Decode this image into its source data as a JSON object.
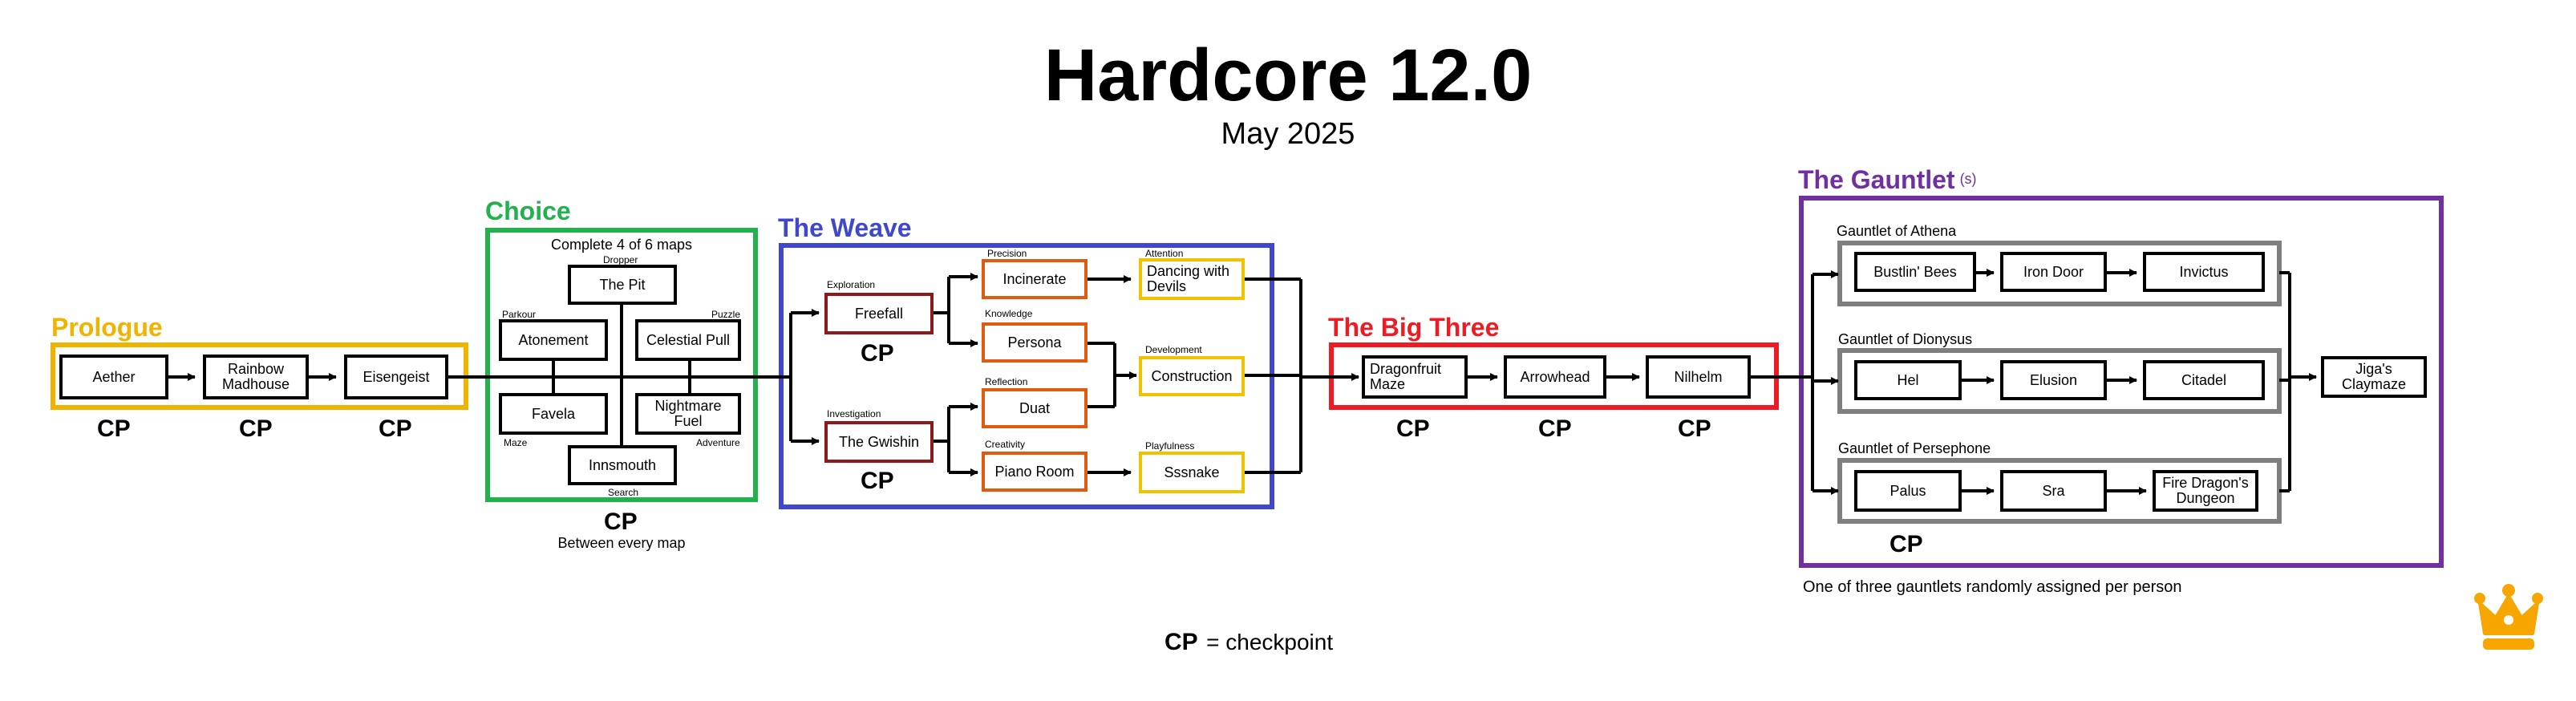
{
  "header": {
    "title": "Hardcore 12.0",
    "subtitle": "May 2025"
  },
  "colors": {
    "prologue": "#f0b400",
    "choice": "#22b14c",
    "weave": "#3f48cc",
    "big_three": "#ed1c24",
    "gauntlet": "#7030a0",
    "dark_red": "#8b1a1a",
    "orange": "#e05a10",
    "yellow": "#f2c200",
    "grey": "#7f7f7f",
    "crown": "#f7a600"
  },
  "prologue": {
    "title": "Prologue",
    "maps": [
      "Aether",
      "Rainbow Madhouse",
      "Eisengeist"
    ],
    "cp": [
      "CP",
      "CP",
      "CP"
    ]
  },
  "choice": {
    "title": "Choice",
    "instruction": "Complete 4 of 6 maps",
    "maps": {
      "pit": "The Pit",
      "atonement": "Atonement",
      "celestial": "Celestial Pull",
      "favela": "Favela",
      "nightmare": "Nightmare Fuel",
      "innsmouth": "Innsmouth"
    },
    "tags": {
      "pit": "Dropper",
      "atonement": "Parkour",
      "celestial": "Puzzle",
      "favela": "Maze",
      "nightmare": "Adventure",
      "innsmouth": "Search"
    },
    "cp": "CP",
    "cp_note": "Between every map"
  },
  "weave": {
    "title": "The Weave",
    "maps": {
      "freefall": "Freefall",
      "gwishin": "The Gwishin",
      "incinerate": "Incinerate",
      "persona": "Persona",
      "duat": "Duat",
      "piano": "Piano Room",
      "dancing": "Dancing with Devils",
      "construction": "Construction",
      "sssnake": "Sssnake"
    },
    "tags": {
      "freefall": "Exploration",
      "gwishin": "Investigation",
      "incinerate": "Precision",
      "persona": "Knowledge",
      "duat": "Reflection",
      "piano": "Creativity",
      "dancing": "Attention",
      "construction": "Development",
      "sssnake": "Playfulness"
    },
    "cp": [
      "CP",
      "CP"
    ]
  },
  "big_three": {
    "title": "The Big Three",
    "maps": [
      "Dragonfruit Maze",
      "Arrowhead",
      "Nilhelm"
    ],
    "cp": [
      "CP",
      "CP",
      "CP"
    ]
  },
  "gauntlet": {
    "title": "The Gauntlet",
    "title_suffix": "(s)",
    "groups": [
      {
        "name": "Gauntlet of Athena",
        "maps": [
          "Bustlin' Bees",
          "Iron Door",
          "Invictus"
        ]
      },
      {
        "name": "Gauntlet of Dionysus",
        "maps": [
          "Hel",
          "Elusion",
          "Citadel"
        ]
      },
      {
        "name": "Gauntlet of Persephone",
        "maps": [
          "Palus",
          "Sra",
          "Fire Dragon's Dungeon"
        ]
      }
    ],
    "cp": "CP",
    "note": "One of three gauntlets randomly assigned per person",
    "final": "Jiga's Claymaze"
  },
  "legend": {
    "cp": "CP",
    "text": "= checkpoint"
  },
  "icons": {
    "logo": "crown-icon"
  }
}
